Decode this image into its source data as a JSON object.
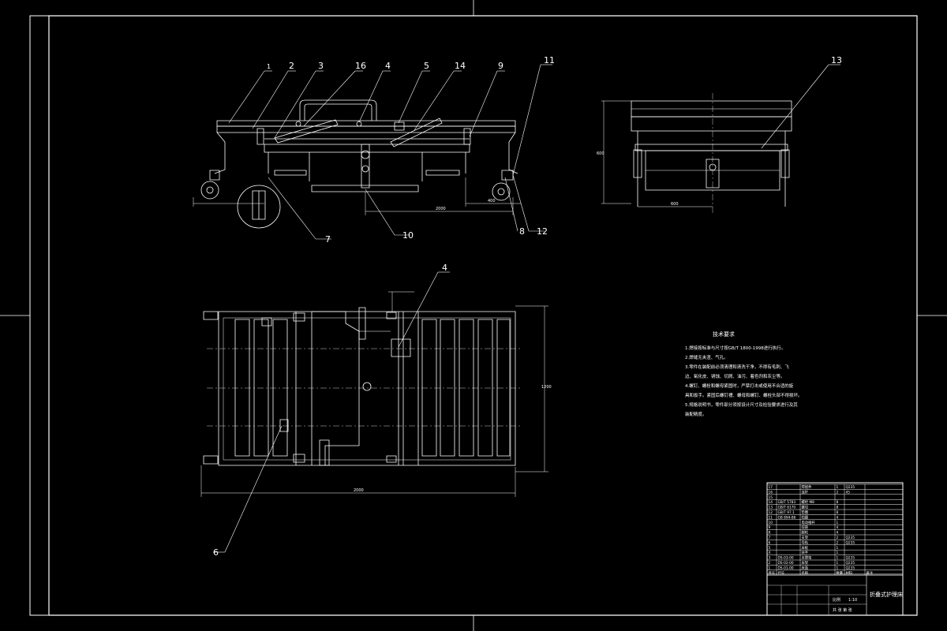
{
  "drawing": {
    "balloons_front": [
      "1",
      "2",
      "3",
      "16",
      "4",
      "5",
      "14",
      "9",
      "11",
      "7",
      "10",
      "8",
      "12"
    ],
    "balloons_side": [
      "13"
    ],
    "balloons_plan": [
      "4",
      "6"
    ],
    "dimensions": {
      "front_width": "2000",
      "front_wheel": "400",
      "side_width": "600",
      "side_height": "600",
      "plan_width": "2000",
      "plan_height": "1200"
    },
    "notes": {
      "heading": "技术要求",
      "lines": [
        "1.焊接按标准与尺寸按GB/T 1800-1998进行执行。",
        "2.焊缝无夹渣、气孔。",
        "3.零件在装配前必须清理和清洗干净，不得有毛刺、飞",
        "边、氧化皮、锈蚀、切屑、油污、着色剂和灰尘等。",
        "4.螺钉、螺栓和螺母紧固时，严禁打击或使用不合适的旋",
        "具和扳手。紧固后螺钉槽、螺母和螺钉、螺栓头部不得损坏。",
        "5.规格说明书，零件部分须按设计尺寸及检验要求进行及其",
        "装配精度。"
      ]
    },
    "title_block": {
      "drawing_title": "折叠式护理床",
      "bom_rows": [
        [
          "17",
          "",
          "焊接件",
          "1",
          "Q235",
          ""
        ],
        [
          "16",
          "",
          "连杆",
          "2",
          "45",
          ""
        ],
        [
          "15",
          "",
          "",
          "",
          "",
          ""
        ],
        [
          "14",
          "GB/T 5783",
          "螺栓 M8",
          "8",
          "",
          ""
        ],
        [
          "13",
          "GB/T 6170",
          "螺母",
          "8",
          "",
          ""
        ],
        [
          "12",
          "GB/T 97.1",
          "垫圈",
          "8",
          "",
          ""
        ],
        [
          "11",
          "GB 894-86",
          "挡圈",
          "4",
          "",
          ""
        ],
        [
          "10",
          "",
          "电动推杆",
          "1",
          "",
          ""
        ],
        [
          "9",
          "",
          "铰链",
          "4",
          "",
          ""
        ],
        [
          "8",
          "",
          "脚轮",
          "4",
          "",
          ""
        ],
        [
          "7",
          "",
          "支架",
          "2",
          "Q235",
          ""
        ],
        [
          "6",
          "",
          "导轨",
          "2",
          "Q235",
          ""
        ],
        [
          "5",
          "",
          "床板",
          "1",
          "",
          ""
        ],
        [
          "4",
          "",
          "扶手",
          "1",
          "",
          ""
        ],
        [
          "3",
          "DS-03-00",
          "支撑架",
          "1",
          "Q235",
          ""
        ],
        [
          "2",
          "DS-02-00",
          "床架",
          "1",
          "Q235",
          ""
        ],
        [
          "1",
          "DS-01-00",
          "床面",
          "1",
          "Q235",
          ""
        ]
      ],
      "bom_header": [
        "序号",
        "代号",
        "名称",
        "数量",
        "材料",
        "备注"
      ],
      "scale_label": "比例",
      "scale_value": "1:10",
      "sheet_label": "共 张 第 张"
    }
  }
}
